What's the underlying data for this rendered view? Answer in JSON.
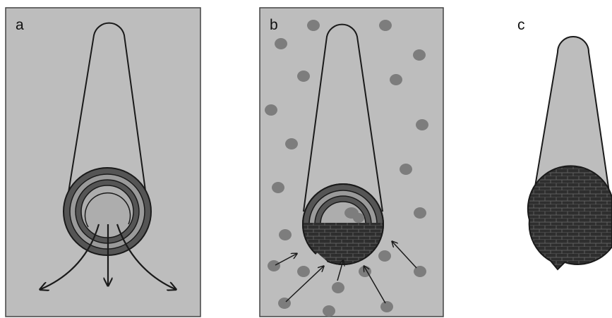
{
  "panels": [
    {
      "label": "a"
    },
    {
      "label": "b"
    },
    {
      "label": "c"
    }
  ],
  "colors": {
    "panel_fill": "#bdbdbd",
    "panel_border": "#444444",
    "outline": "#1a1a1a",
    "particle": "#7d7d7d",
    "brick": "#2e2e2e",
    "brick_mortar": "#5f5f5f",
    "ring_dark": "#555555",
    "ring_mid": "#9a9a9a"
  }
}
